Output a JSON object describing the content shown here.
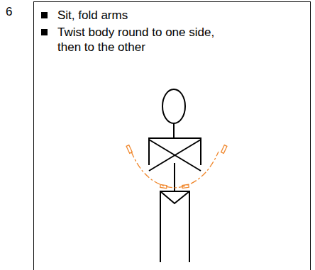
{
  "diagram": {
    "nodes": [
      {
        "text": [
          "Sit, fold arms",
          "Twist body round to one side, then to the other"
        ]
      }
    ],
    "labels": [
      "6"
    ]
  }
}
